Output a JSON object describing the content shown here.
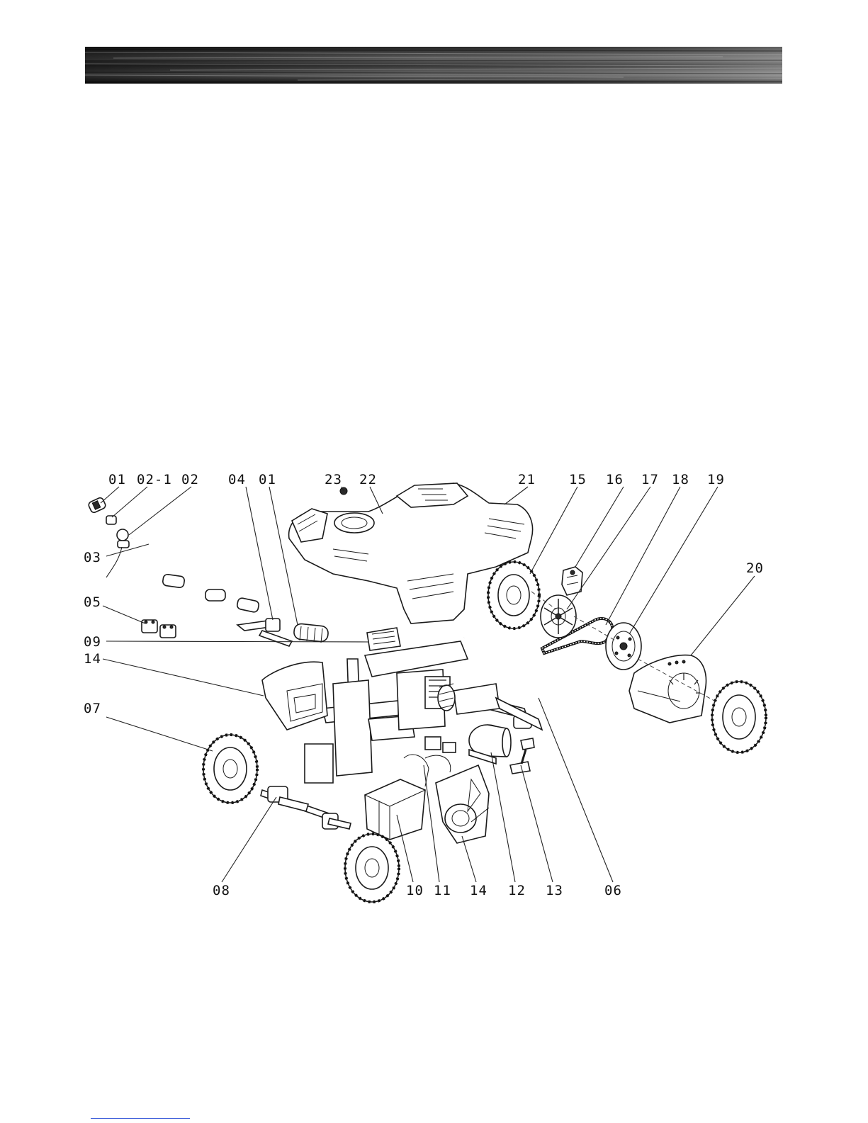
{
  "labels": [
    "01",
    "02-1",
    "02",
    "04",
    "01",
    "23",
    "22",
    "21",
    "15",
    "16",
    "17",
    "18",
    "19",
    "20",
    "03",
    "05",
    "09",
    "14",
    "07",
    "08",
    "10",
    "11",
    "14",
    "12",
    "13",
    "06"
  ],
  "colors": {
    "banner_dark": "#1c1c1c",
    "banner_light": "#9a9a9a",
    "ink": "#111111",
    "footer_rule": "#3a5bd9"
  }
}
